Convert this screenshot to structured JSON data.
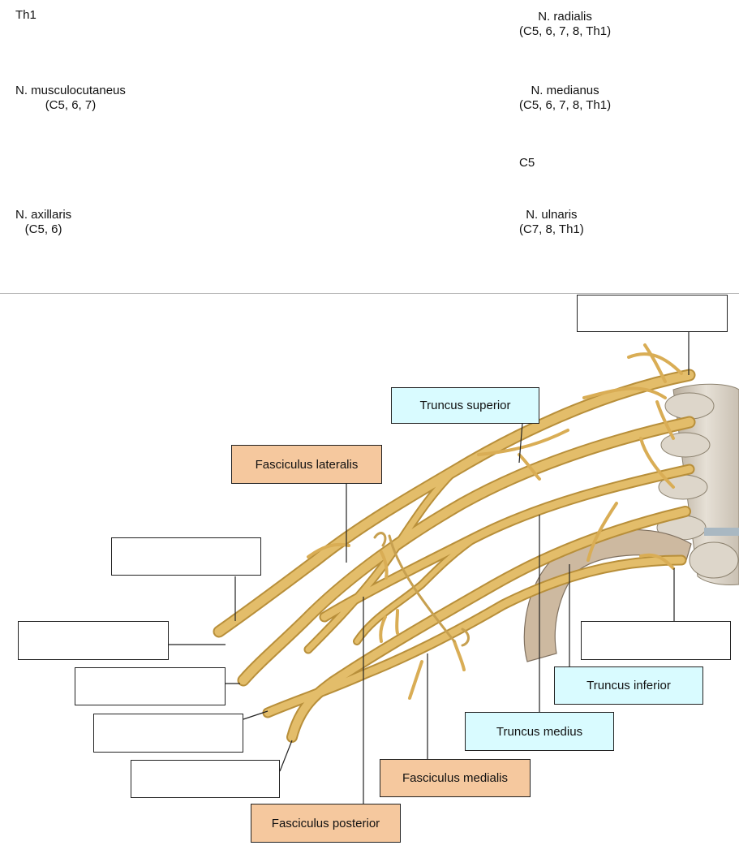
{
  "word_bank": [
    {
      "id": "th1",
      "lines": [
        "Th1"
      ]
    },
    {
      "id": "radialis",
      "lines": [
        "N. radialis",
        "(C5, 6, 7, 8, Th1)"
      ]
    },
    {
      "id": "musculocutaneus",
      "lines": [
        "N. musculocutaneus",
        "(C5, 6, 7)"
      ]
    },
    {
      "id": "medianus",
      "lines": [
        "N. medianus",
        "(C5, 6, 7, 8, Th1)"
      ]
    },
    {
      "id": "c5",
      "lines": [
        "C5"
      ]
    },
    {
      "id": "axillaris",
      "lines": [
        "N. axillaris",
        "(C5, 6)"
      ]
    },
    {
      "id": "ulnaris",
      "lines": [
        "N. ulnaris",
        "(C7, 8, Th1)"
      ]
    }
  ],
  "labels": {
    "truncus_superior": "Truncus superior",
    "fasciculus_lateralis": "Fasciculus lateralis",
    "truncus_inferior": "Truncus inferior",
    "truncus_medius": "Truncus medius",
    "fasciculus_medialis": "Fasciculus medialis",
    "fasciculus_posterior": "Fasciculus posterior"
  },
  "colors": {
    "nerve": "#e3bd6a",
    "nerve_edge": "#b88f3a",
    "bone": "#d9d2c6",
    "trunk_box": "#d9fbff",
    "cord_box": "#f5c89e"
  }
}
